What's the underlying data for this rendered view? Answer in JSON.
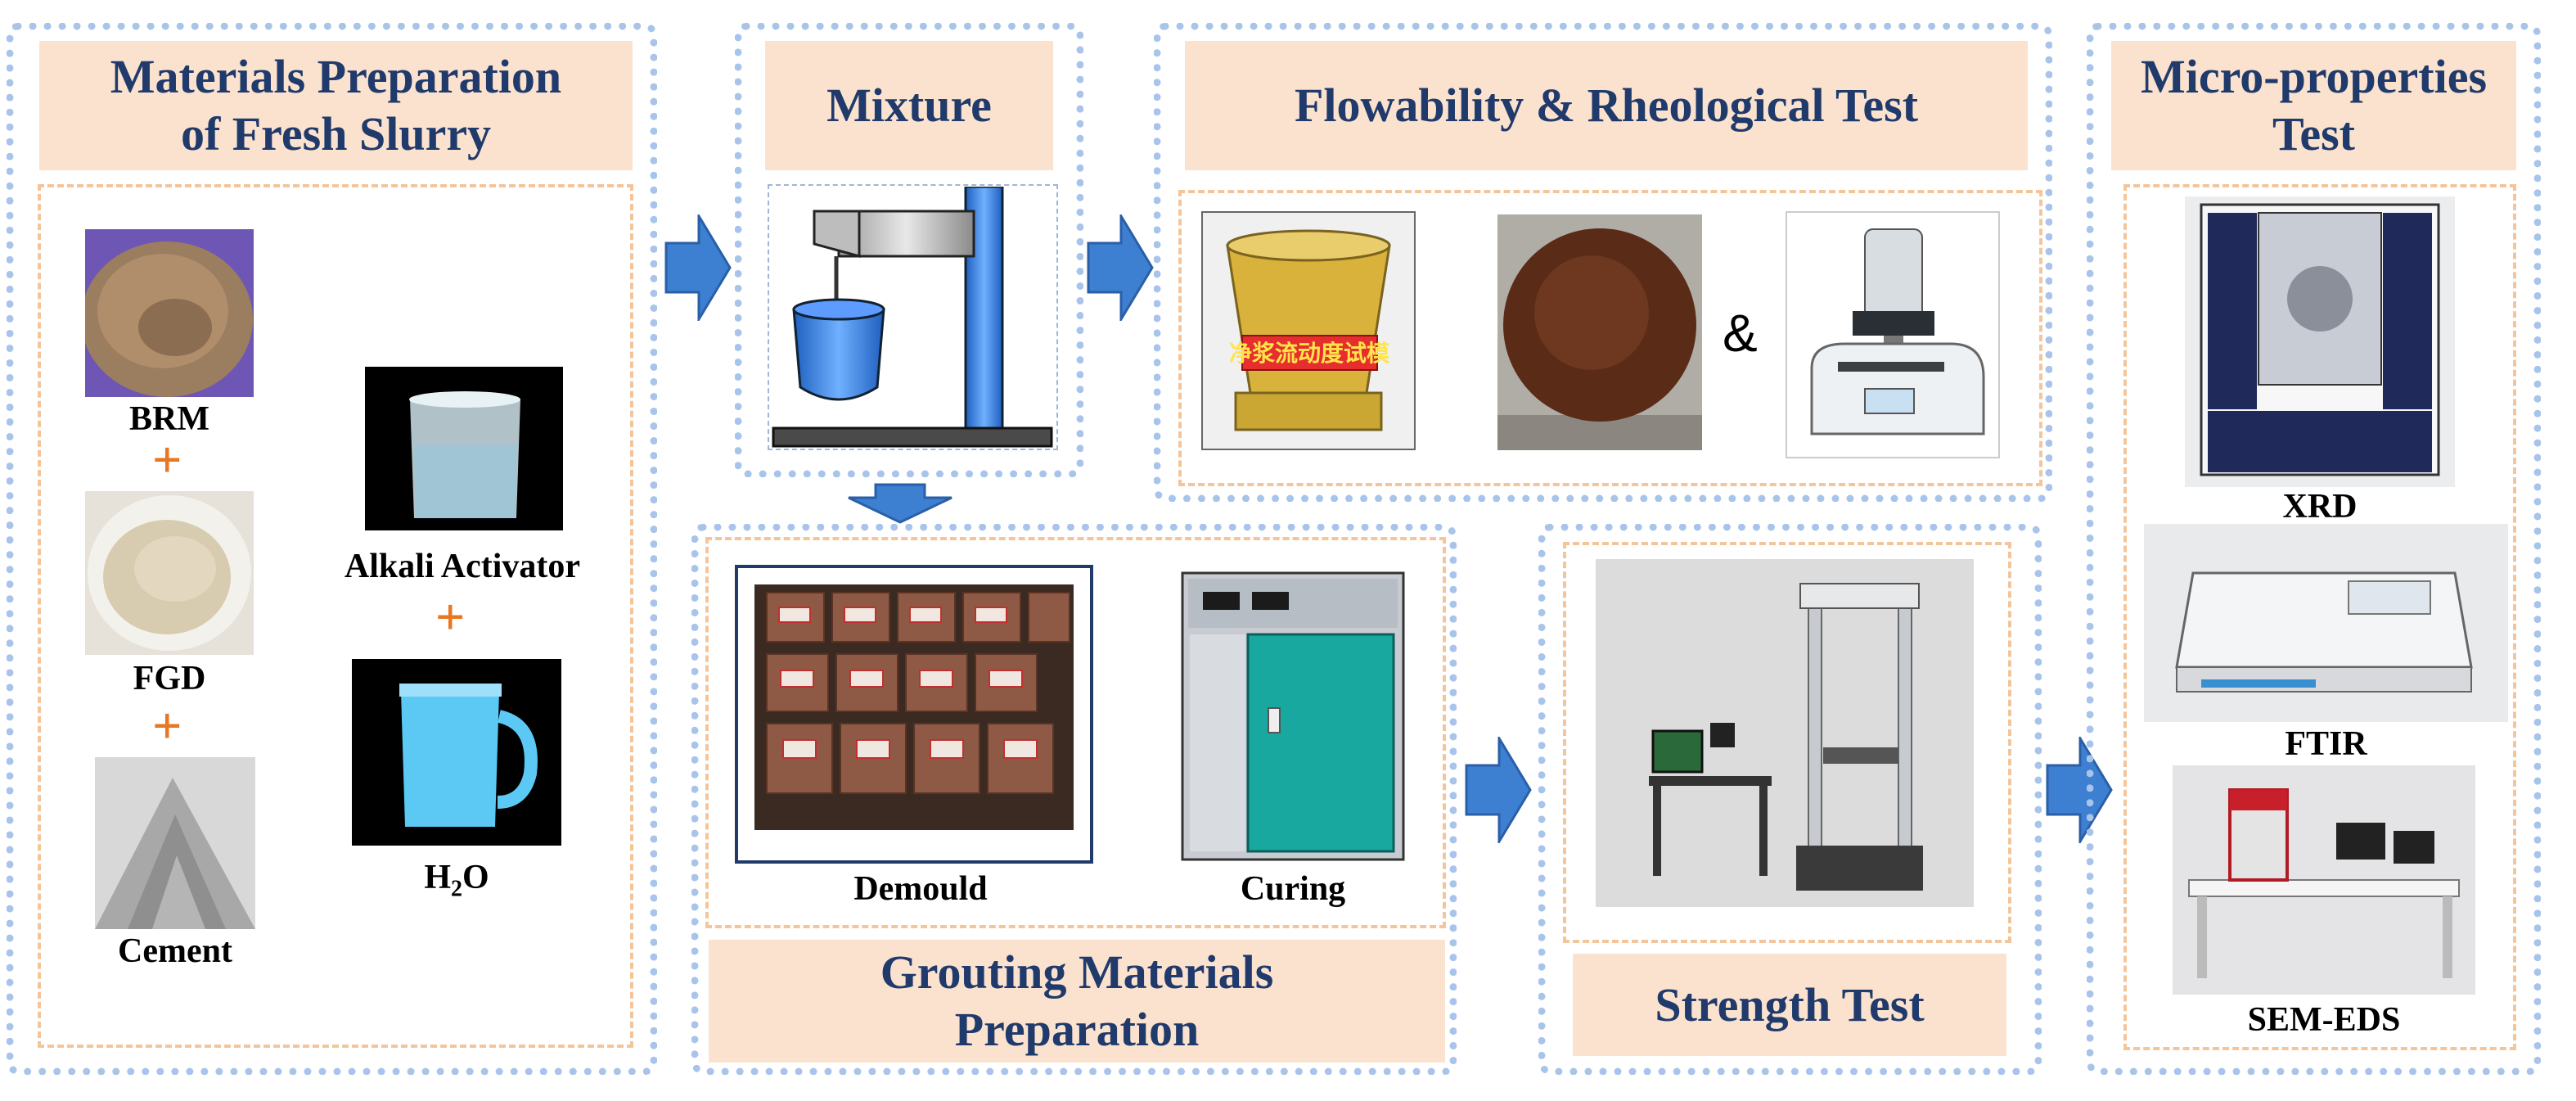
{
  "stages": {
    "materials": {
      "title_line1": "Materials Preparation",
      "title_line2": "of Fresh Slurry",
      "labels": {
        "brm": "BRM",
        "fgd": "FGD",
        "cement": "Cement",
        "alkali": "Alkali Activator",
        "water_h": "H",
        "water_sub": "2",
        "water_o": "O"
      },
      "plus": "+"
    },
    "mixture": {
      "title": "Mixture"
    },
    "flowability": {
      "title": "Flowability & Rheological Test",
      "amp": "&"
    },
    "grouting": {
      "title_line1": "Grouting Materials",
      "title_line2": "Preparation",
      "labels": {
        "demould": "Demould",
        "curing": "Curing"
      },
      "sign_text": "净浆流动度试模"
    },
    "strength": {
      "title": "Strength Test"
    },
    "micro": {
      "title_line1": "Micro-properties",
      "title_line2": "Test",
      "labels": {
        "xrd": "XRD",
        "ftir": "FTIR",
        "sem": "SEM-EDS"
      }
    }
  },
  "colors": {
    "dotted_border": "#a8c4ea",
    "inner_border": "#f4c59a",
    "title_bg": "#fbe2cf",
    "title_text": "#1f3a6b",
    "plus": "#e87722",
    "arrow": "#3d7fd0"
  }
}
